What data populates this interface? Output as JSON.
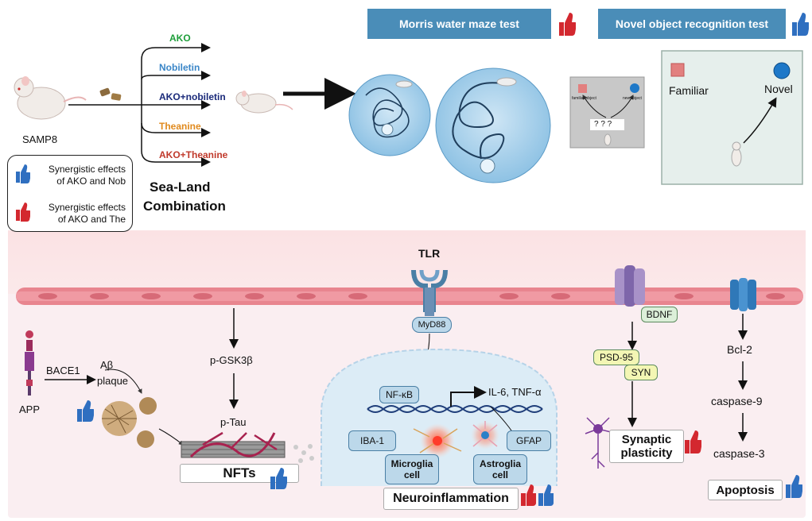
{
  "top": {
    "mouse_label": "SAMP8",
    "groups": [
      {
        "label": "AKO",
        "color": "#1e9e3a"
      },
      {
        "label": "Nobiletin",
        "color": "#3a86c8"
      },
      {
        "label": "AKO+nobiletin",
        "color": "#1a2a7a"
      },
      {
        "label": "Theanine",
        "color": "#e08a1e"
      },
      {
        "label": "AKO+Theanine",
        "color": "#c0392b"
      }
    ],
    "combo_line1": "Sea-Land",
    "combo_line2": "Combination",
    "legend": [
      {
        "line1": "Synergistic effects",
        "line2": "of AKO and Nob",
        "icon": "thumbs-up-blue-icon"
      },
      {
        "line1": "Synergistic effects",
        "line2": "of AKO and The",
        "icon": "thumbs-up-red-icon"
      }
    ],
    "morris_title": "Morris water maze test",
    "novel_title": "Novel object recognition test",
    "nor_small": {
      "left": "familiar object",
      "right": "new object",
      "q": "? ? ?"
    },
    "nor_familiar": "Familiar",
    "nor_novel": "Novel"
  },
  "bottom": {
    "app": "APP",
    "bace1": "BACE1",
    "abeta1": "Aβ",
    "abeta2": "plaque",
    "pgsk": "p-GSK3β",
    "ptau": "p-Tau",
    "nfts": "NFTs",
    "tlr": "TLR",
    "myd88": "MyD88",
    "nfkb": "NF-κB",
    "il6": "IL-6, TNF-α",
    "iba1": "IBA-1",
    "microglia1": "Microglia",
    "microglia2": "cell",
    "gfap": "GFAP",
    "astroglia1": "Astroglia",
    "astroglia2": "cell",
    "neuroinflammation": "Neuroinflammation",
    "bdnf": "BDNF",
    "psd95": "PSD-95",
    "syn": "SYN",
    "synaptic1": "Synaptic",
    "synaptic2": "plasticity",
    "bcl2": "Bcl-2",
    "casp9": "caspase-9",
    "casp3": "caspase-3",
    "apoptosis": "Apoptosis"
  },
  "colors": {
    "banner": "#4a8db8",
    "membrane": "#e8858f",
    "panel_bg": "#faeef0",
    "thumb_blue": "#2f6fc0",
    "thumb_red": "#d3282f"
  }
}
